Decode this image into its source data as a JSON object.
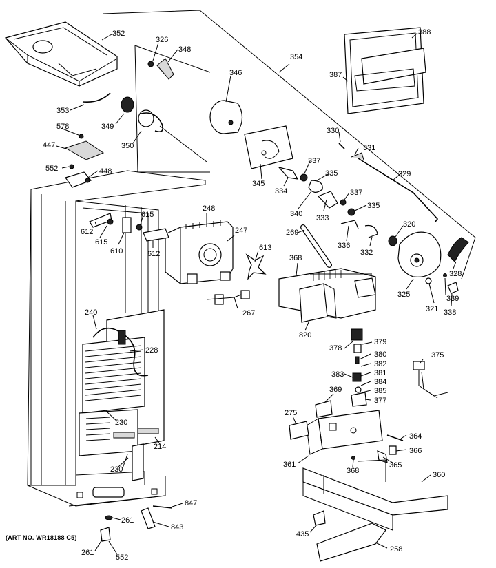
{
  "art_number": "(ART NO. WR18188 C5)",
  "callouts": {
    "c352": "352",
    "c326": "326",
    "c348": "348",
    "c346": "346",
    "c354": "354",
    "c387": "387",
    "c388": "388",
    "c353": "353",
    "c349": "349",
    "c350": "350",
    "c578": "578",
    "c447": "447",
    "c552a": "552",
    "c448": "448",
    "c330": "330",
    "c331": "331",
    "c337a": "337",
    "c335a": "335",
    "c334": "334",
    "c345": "345",
    "c329": "329",
    "c340": "340",
    "c333": "333",
    "c337b": "337",
    "c335b": "335",
    "c336": "336",
    "c332": "332",
    "c320": "320",
    "c615a": "615",
    "c612a": "612",
    "c615b": "615",
    "c610": "610",
    "c612b": "612",
    "c248": "248",
    "c247": "247",
    "c613": "613",
    "c269": "269",
    "c368a": "368",
    "c328": "328",
    "c325": "325",
    "c321": "321",
    "c339": "339",
    "c338": "338",
    "c240": "240",
    "c228": "228",
    "c267": "267",
    "c820": "820",
    "c378": "378",
    "c379": "379",
    "c380": "380",
    "c382": "382",
    "c381": "381",
    "c383": "383",
    "c384": "384",
    "c385": "385",
    "c377": "377",
    "c375": "375",
    "c369": "369",
    "c230a": "230",
    "c214": "214",
    "c230b": "230",
    "c275": "275",
    "c364": "364",
    "c366": "366",
    "c361": "361",
    "c368b": "368",
    "c365": "365",
    "c360": "360",
    "c847": "847",
    "c261a": "261",
    "c843": "843",
    "c261b": "261",
    "c552b": "552",
    "c435": "435",
    "c258": "258"
  }
}
